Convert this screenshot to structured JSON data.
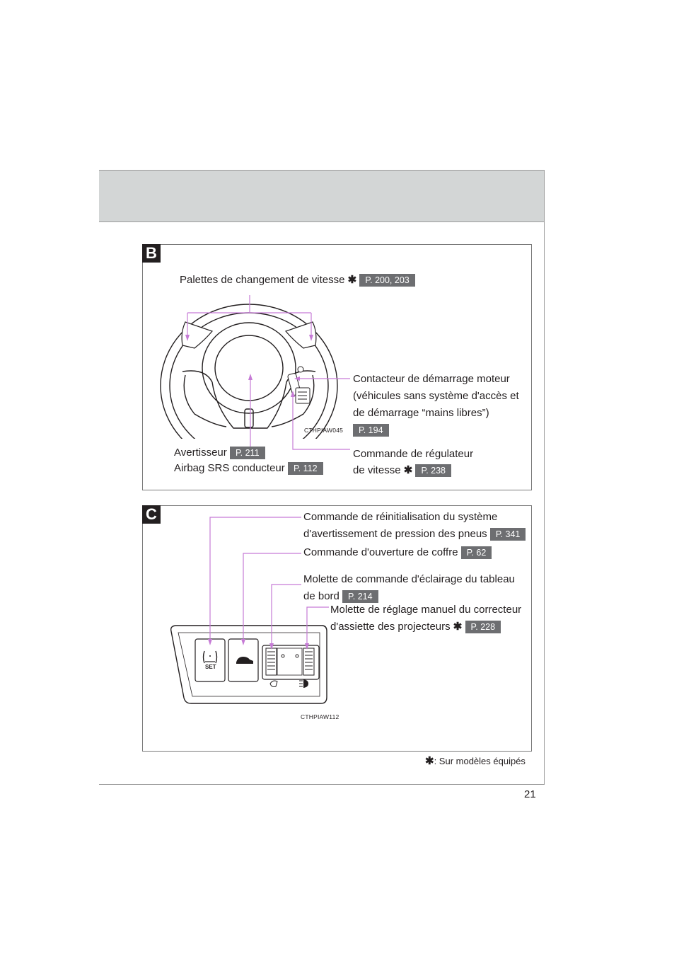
{
  "page_number": "21",
  "footnote": {
    "symbol": "✱",
    "text": ": Sur modèles équipés"
  },
  "section_b": {
    "label": "B",
    "image_code": "CTHPIAW045",
    "callouts": {
      "shift_paddles": {
        "text": "Palettes de changement de vitesse",
        "asterisk": "✱",
        "page": "P. 200, 203"
      },
      "start_switch": {
        "line1": "Contacteur de démarrage moteur",
        "line2": "(véhicules sans système d'accès et",
        "line3": "de démarrage “mains libres”)",
        "page": "P. 194"
      },
      "horn": {
        "text": "Avertisseur",
        "page": "P. 211"
      },
      "airbag": {
        "text": "Airbag SRS conducteur",
        "page": "P. 112"
      },
      "cruise": {
        "line1": "Commande de régulateur",
        "line2": "de vitesse",
        "asterisk": "✱",
        "page": "P. 238"
      }
    }
  },
  "section_c": {
    "label": "C",
    "image_code": "CTHPIAW112",
    "panel_button_text": "SET",
    "callouts": {
      "tpms": {
        "line1": "Commande de réinitialisation du système",
        "line2": "d'avertissement de pression des pneus",
        "page": "P. 341"
      },
      "trunk": {
        "text": "Commande d'ouverture de coffre",
        "page": "P. 62"
      },
      "dash_light": {
        "line1": "Molette de commande d'éclairage du tableau",
        "line2": "de bord",
        "page": "P. 214"
      },
      "headlight_level": {
        "line1": "Molette de réglage manuel du correcteur",
        "line2": "d'assiette des projecteurs",
        "asterisk": "✱",
        "page": "P. 228"
      }
    }
  }
}
